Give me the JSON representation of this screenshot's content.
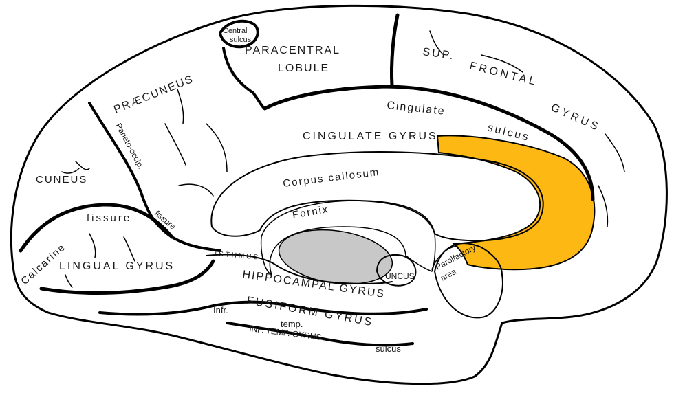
{
  "colors": {
    "highlight": "#FDB813",
    "thalamus": "#C8C8C8",
    "outline": "#000000",
    "background": "#FFFFFF"
  },
  "labels": {
    "central_sulcus_1": "Central",
    "central_sulcus_2": "sulcus",
    "paracentral_1": "PARACENTRAL",
    "paracentral_2": "LOBULE",
    "sup_frontal_1": "SUP.",
    "sup_frontal_2": "FRONTAL",
    "sup_frontal_3": "GYRUS",
    "praecuneus": "PRÆCUNEUS",
    "cingulate_sulcus_1": "Cingulate",
    "cingulate_sulcus_2": "sulcus",
    "cingulate_gyrus": "CINGULATE GYRUS",
    "parieto_occip": "Parieto-occip.",
    "cuneus": "CUNEUS",
    "corpus_callosum": "Corpus callosum",
    "fornix": "Fornix",
    "calcarine_fissure_1": "Calcarine",
    "calcarine_fissure_2": "fissure",
    "fissure": "fissure",
    "lingual_gyrus": "LINGUAL GYRUS",
    "isthmus": "ISTHMUS",
    "uncus": "UNCUS",
    "parolfactory_1": "Parolfactory",
    "parolfactory_2": "area",
    "hippocampal_gyrus": "HIPPOCAMPAL GYRUS",
    "fusiform_gyrus": "FUSIFORM GYRUS",
    "infr": "Infr.",
    "temp": "temp.",
    "inf_temp_gyrus": "INF. TEMP. GYRUS",
    "sulcus_bottom": "sulcus"
  }
}
